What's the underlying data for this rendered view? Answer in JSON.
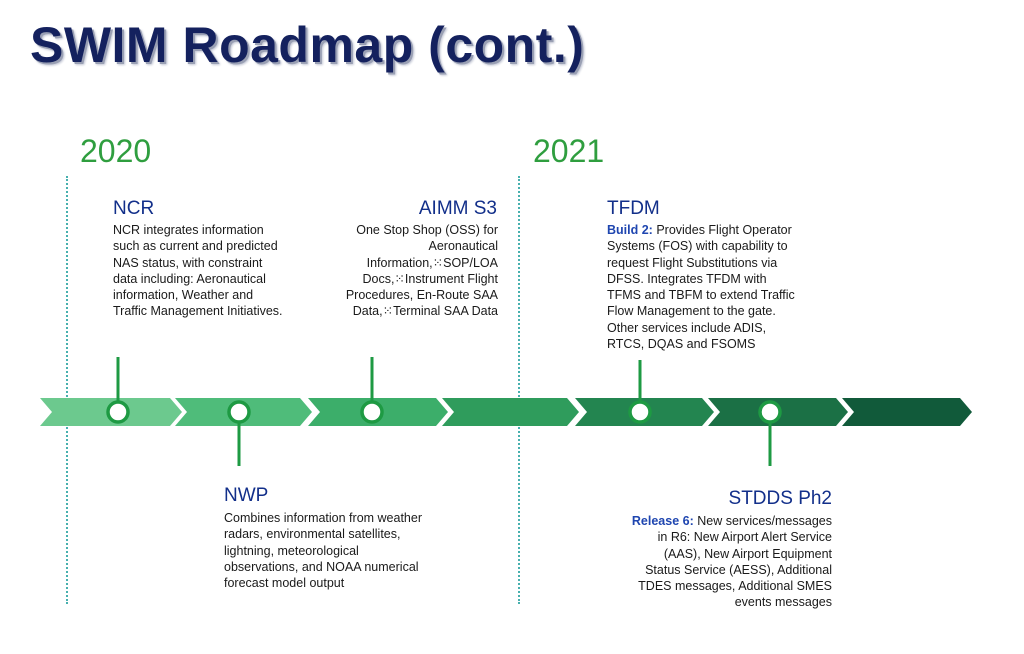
{
  "title": "SWIM Roadmap (cont.)",
  "years": [
    {
      "label": "2020"
    },
    {
      "label": "2021"
    }
  ],
  "milestones": {
    "ncr": {
      "heading": "NCR",
      "lines": [
        "NCR integrates information",
        "such as current and predicted",
        "NAS status, with constraint",
        "data including: Aeronautical",
        "information, Weather and",
        "Traffic Management Initiatives."
      ]
    },
    "aimm": {
      "heading": "AIMM S3",
      "lines": [
        "One Stop Shop (OSS) for",
        "Aeronautical",
        "Information,⁙SOP/LOA",
        "Docs,⁙Instrument Flight",
        "Procedures, En-Route SAA",
        "Data,⁙Terminal SAA Data"
      ]
    },
    "tfdm": {
      "heading": "TFDM",
      "label": "Build 2:",
      "first_line": " Provides Flight Operator",
      "lines": [
        "Systems (FOS) with capability to",
        "request Flight Substitutions via",
        "DFSS. Integrates TFDM with",
        "TFMS and TBFM to extend Traffic",
        "Flow Management to the gate.",
        "Other services include ADIS,",
        "RTCS, DQAS and FSOMS"
      ]
    },
    "nwp": {
      "heading": "NWP",
      "lines": [
        "Combines information from weather",
        "radars, environmental satellites,",
        "lightning, meteorological",
        "observations, and NOAA numerical",
        "forecast model output"
      ]
    },
    "stdds": {
      "heading": "STDDS Ph2",
      "label": "Release 6:",
      "first_line": " New services/messages",
      "lines": [
        "in R6: New Airport Alert Service",
        "(AAS), New Airport Equipment",
        "Status Service (AESS), Additional",
        "TDES messages, Additional SMES",
        "events messages"
      ]
    }
  },
  "colors": {
    "title": "#14215e",
    "year": "#2f9e3f",
    "heading": "#122f8a",
    "connector": "#1e9a43",
    "arrows": [
      "#6cc98e",
      "#4fbc7a",
      "#3cae6a",
      "#2f9c5c",
      "#238550",
      "#1b7045",
      "#115a3a"
    ]
  }
}
